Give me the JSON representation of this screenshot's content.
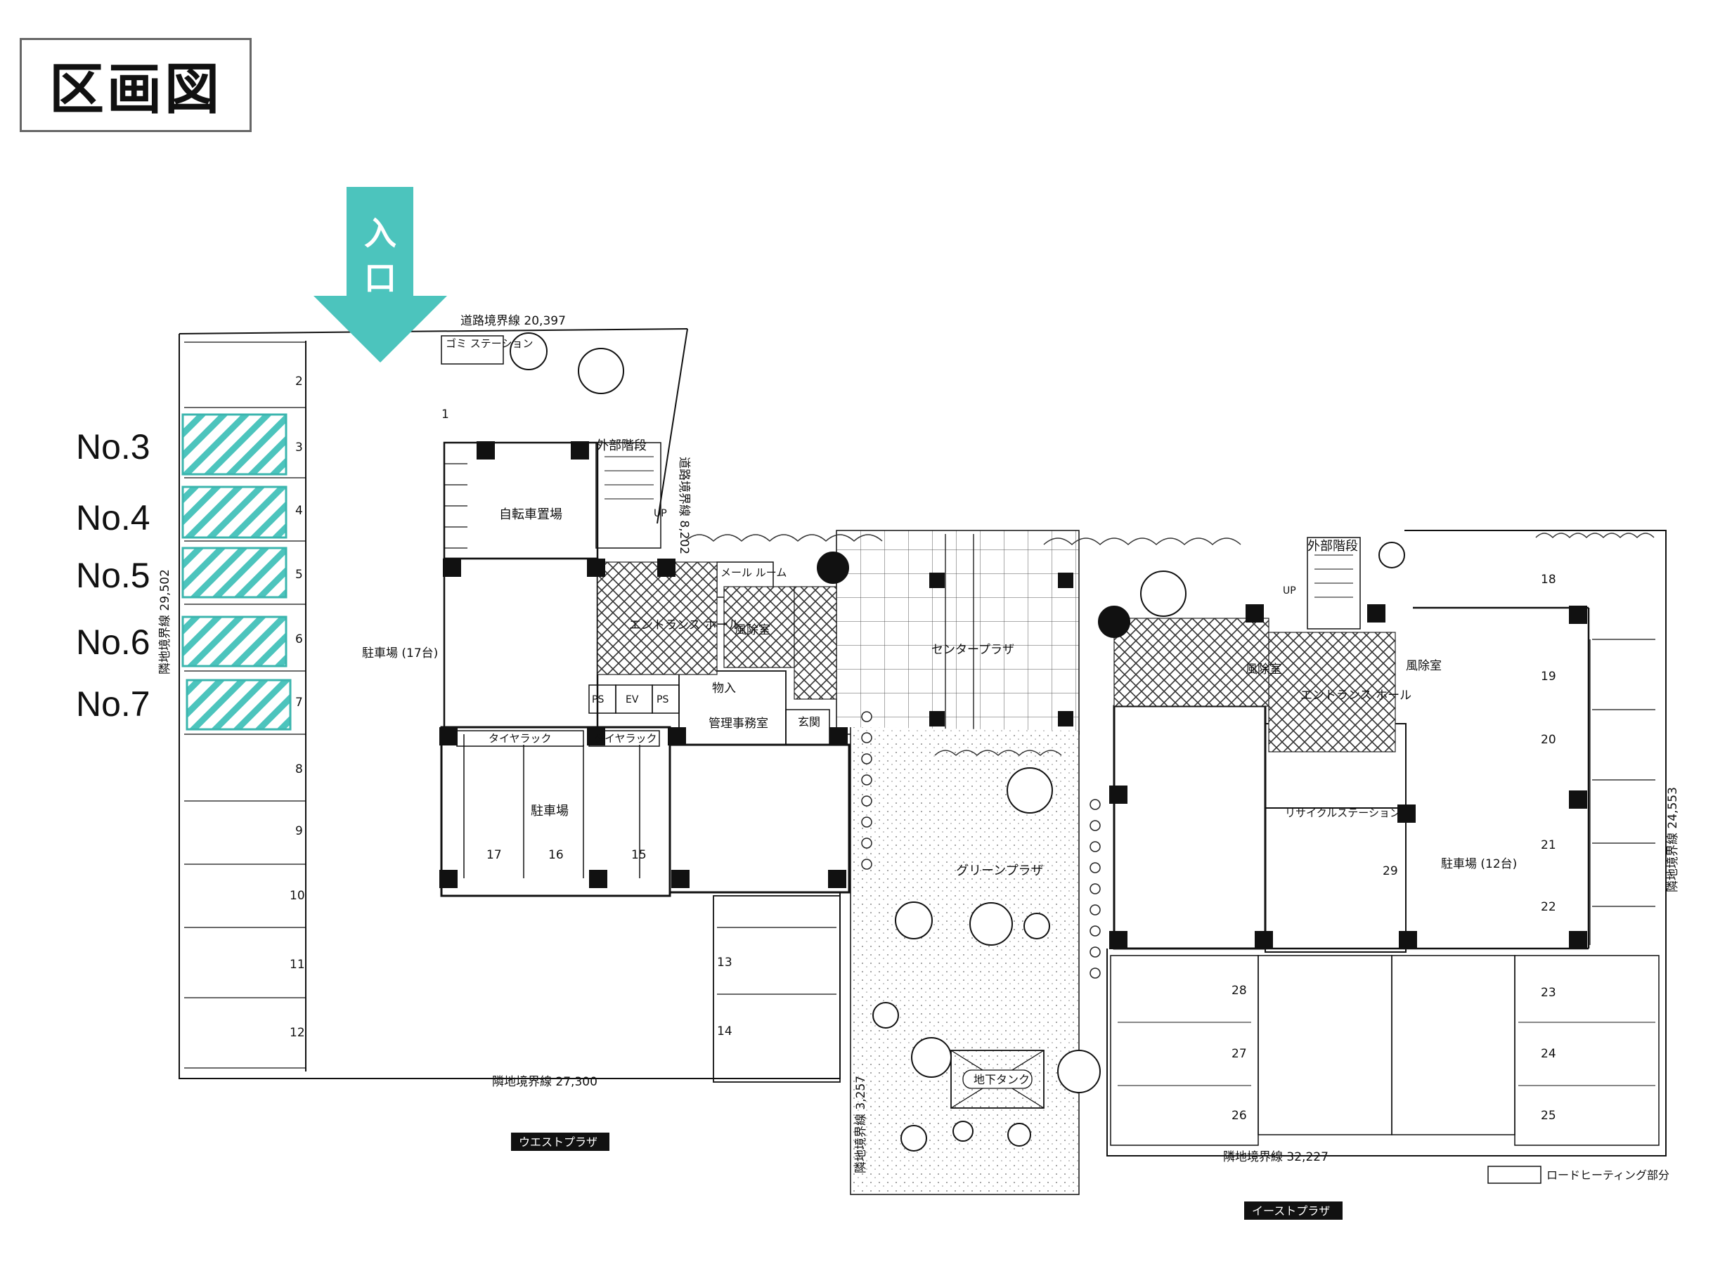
{
  "title": "区画図",
  "entrance": {
    "label_line1": "入",
    "label_line2": "口"
  },
  "accent_color": "#4cc4bd",
  "highlighted_spaces": [
    {
      "label": "No.3"
    },
    {
      "label": "No.4"
    },
    {
      "label": "No.5"
    },
    {
      "label": "No.6"
    },
    {
      "label": "No.7"
    }
  ],
  "plan": {
    "boundary_top": "道路境界線 20,397",
    "boundary_right_top": "道路境界線 8,202",
    "boundary_left": "隣地境界線 29,502",
    "boundary_bottom_west": "隣地境界線 27,300",
    "boundary_bottom_mid": "隣地境界線 3,257",
    "boundary_bottom_east": "隣地境界線 32,227",
    "boundary_right_east": "隣地境界線 24,553",
    "garbage_station": "ゴミ ステーション",
    "outside_stairs_1": "外部階段",
    "outside_stairs_2": "外部階段",
    "bicycle_parking": "自転車置場",
    "mail_room": "メール ルーム",
    "entrance_hall_west": "エントランス ホール",
    "wind_room_west": "風除室",
    "wind_room_east_1": "風除室",
    "wind_room_east_2": "風除室",
    "entrance_hall_east": "エントランス ホール",
    "center_plaza": "センタープラザ",
    "green_plaza": "グリーンプラザ",
    "west_parking": "駐車場 (17台)",
    "inner_parking": "駐車場",
    "east_parking": "駐車場 (12台)",
    "tire_rack_1": "タイヤラック",
    "tire_rack_2": "タイヤラック",
    "storage": "物入",
    "manager_office": "管理事務室",
    "vestibule": "玄関",
    "ps1": "PS",
    "ev": "EV",
    "ps2": "PS",
    "recycle_station": "リサイクルステーション",
    "underground_tank": "地下タンク",
    "west_plaza": "ウエストプラザ",
    "east_plaza": "イーストプラザ",
    "legend": "ロードヒーティング部分",
    "up1": "UP",
    "up2": "UP",
    "spaces": {
      "n1": "1",
      "n2": "2",
      "n3": "3",
      "n4": "4",
      "n5": "5",
      "n6": "6",
      "n7": "7",
      "n8": "8",
      "n9": "9",
      "n10": "10",
      "n11": "11",
      "n12": "12",
      "n13": "13",
      "n14": "14",
      "n15": "15",
      "n16": "16",
      "n17": "17",
      "n18": "18",
      "n19": "19",
      "n20": "20",
      "n21": "21",
      "n22": "22",
      "n23": "23",
      "n24": "24",
      "n25": "25",
      "n26": "26",
      "n27": "27",
      "n28": "28",
      "n29": "29"
    }
  }
}
